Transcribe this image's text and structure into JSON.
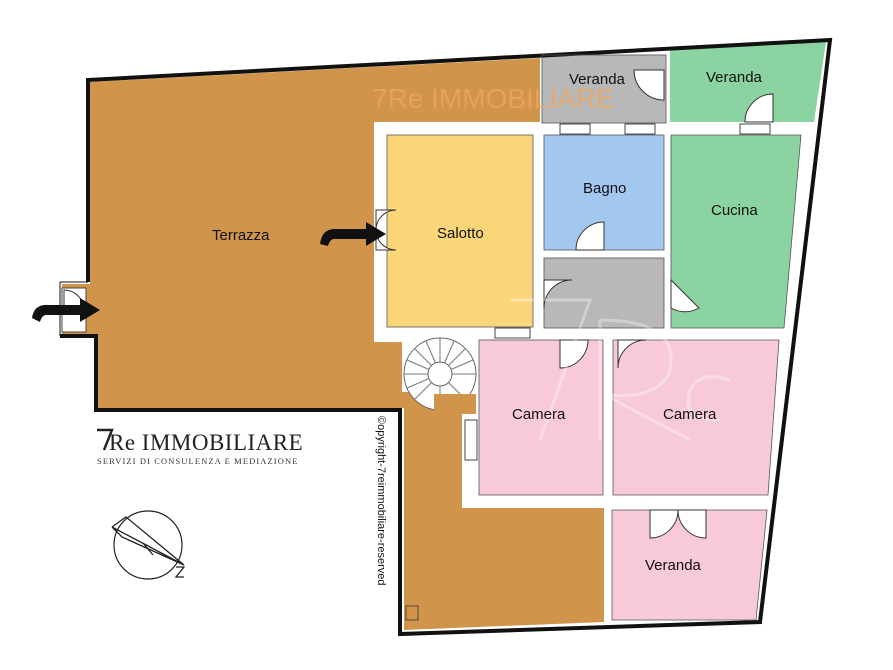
{
  "plan": {
    "watermark_text": "7Re IMMOBILIARE",
    "copyright_text": "©opyright-7reimmobiliare-reserved",
    "rooms": {
      "terrazza": "Terrazza",
      "salotto": "Salotto",
      "bagno": "Bagno",
      "cucina": "Cucina",
      "veranda_top_left": "Veranda",
      "veranda_top_right": "Veranda",
      "camera_left": "Camera",
      "camera_right": "Camera",
      "veranda_bottom": "Veranda"
    },
    "logo": {
      "title": "Re IMMOBILIARE",
      "subtitle": "SERVIZI DI CONSULENZA E MEDIAZIONE"
    },
    "colors": {
      "terrazza": "#d0954a",
      "salotto": "#fbd679",
      "bagno": "#a3c8f0",
      "cucina": "#8bd3a0",
      "veranda_green": "#8bd3a0",
      "veranda_gray": "#b8b8b8",
      "disimpegno": "#b8b8b8",
      "camera": "#f8cad8",
      "wall": "#111111",
      "inner_wall": "#ffffff"
    }
  }
}
